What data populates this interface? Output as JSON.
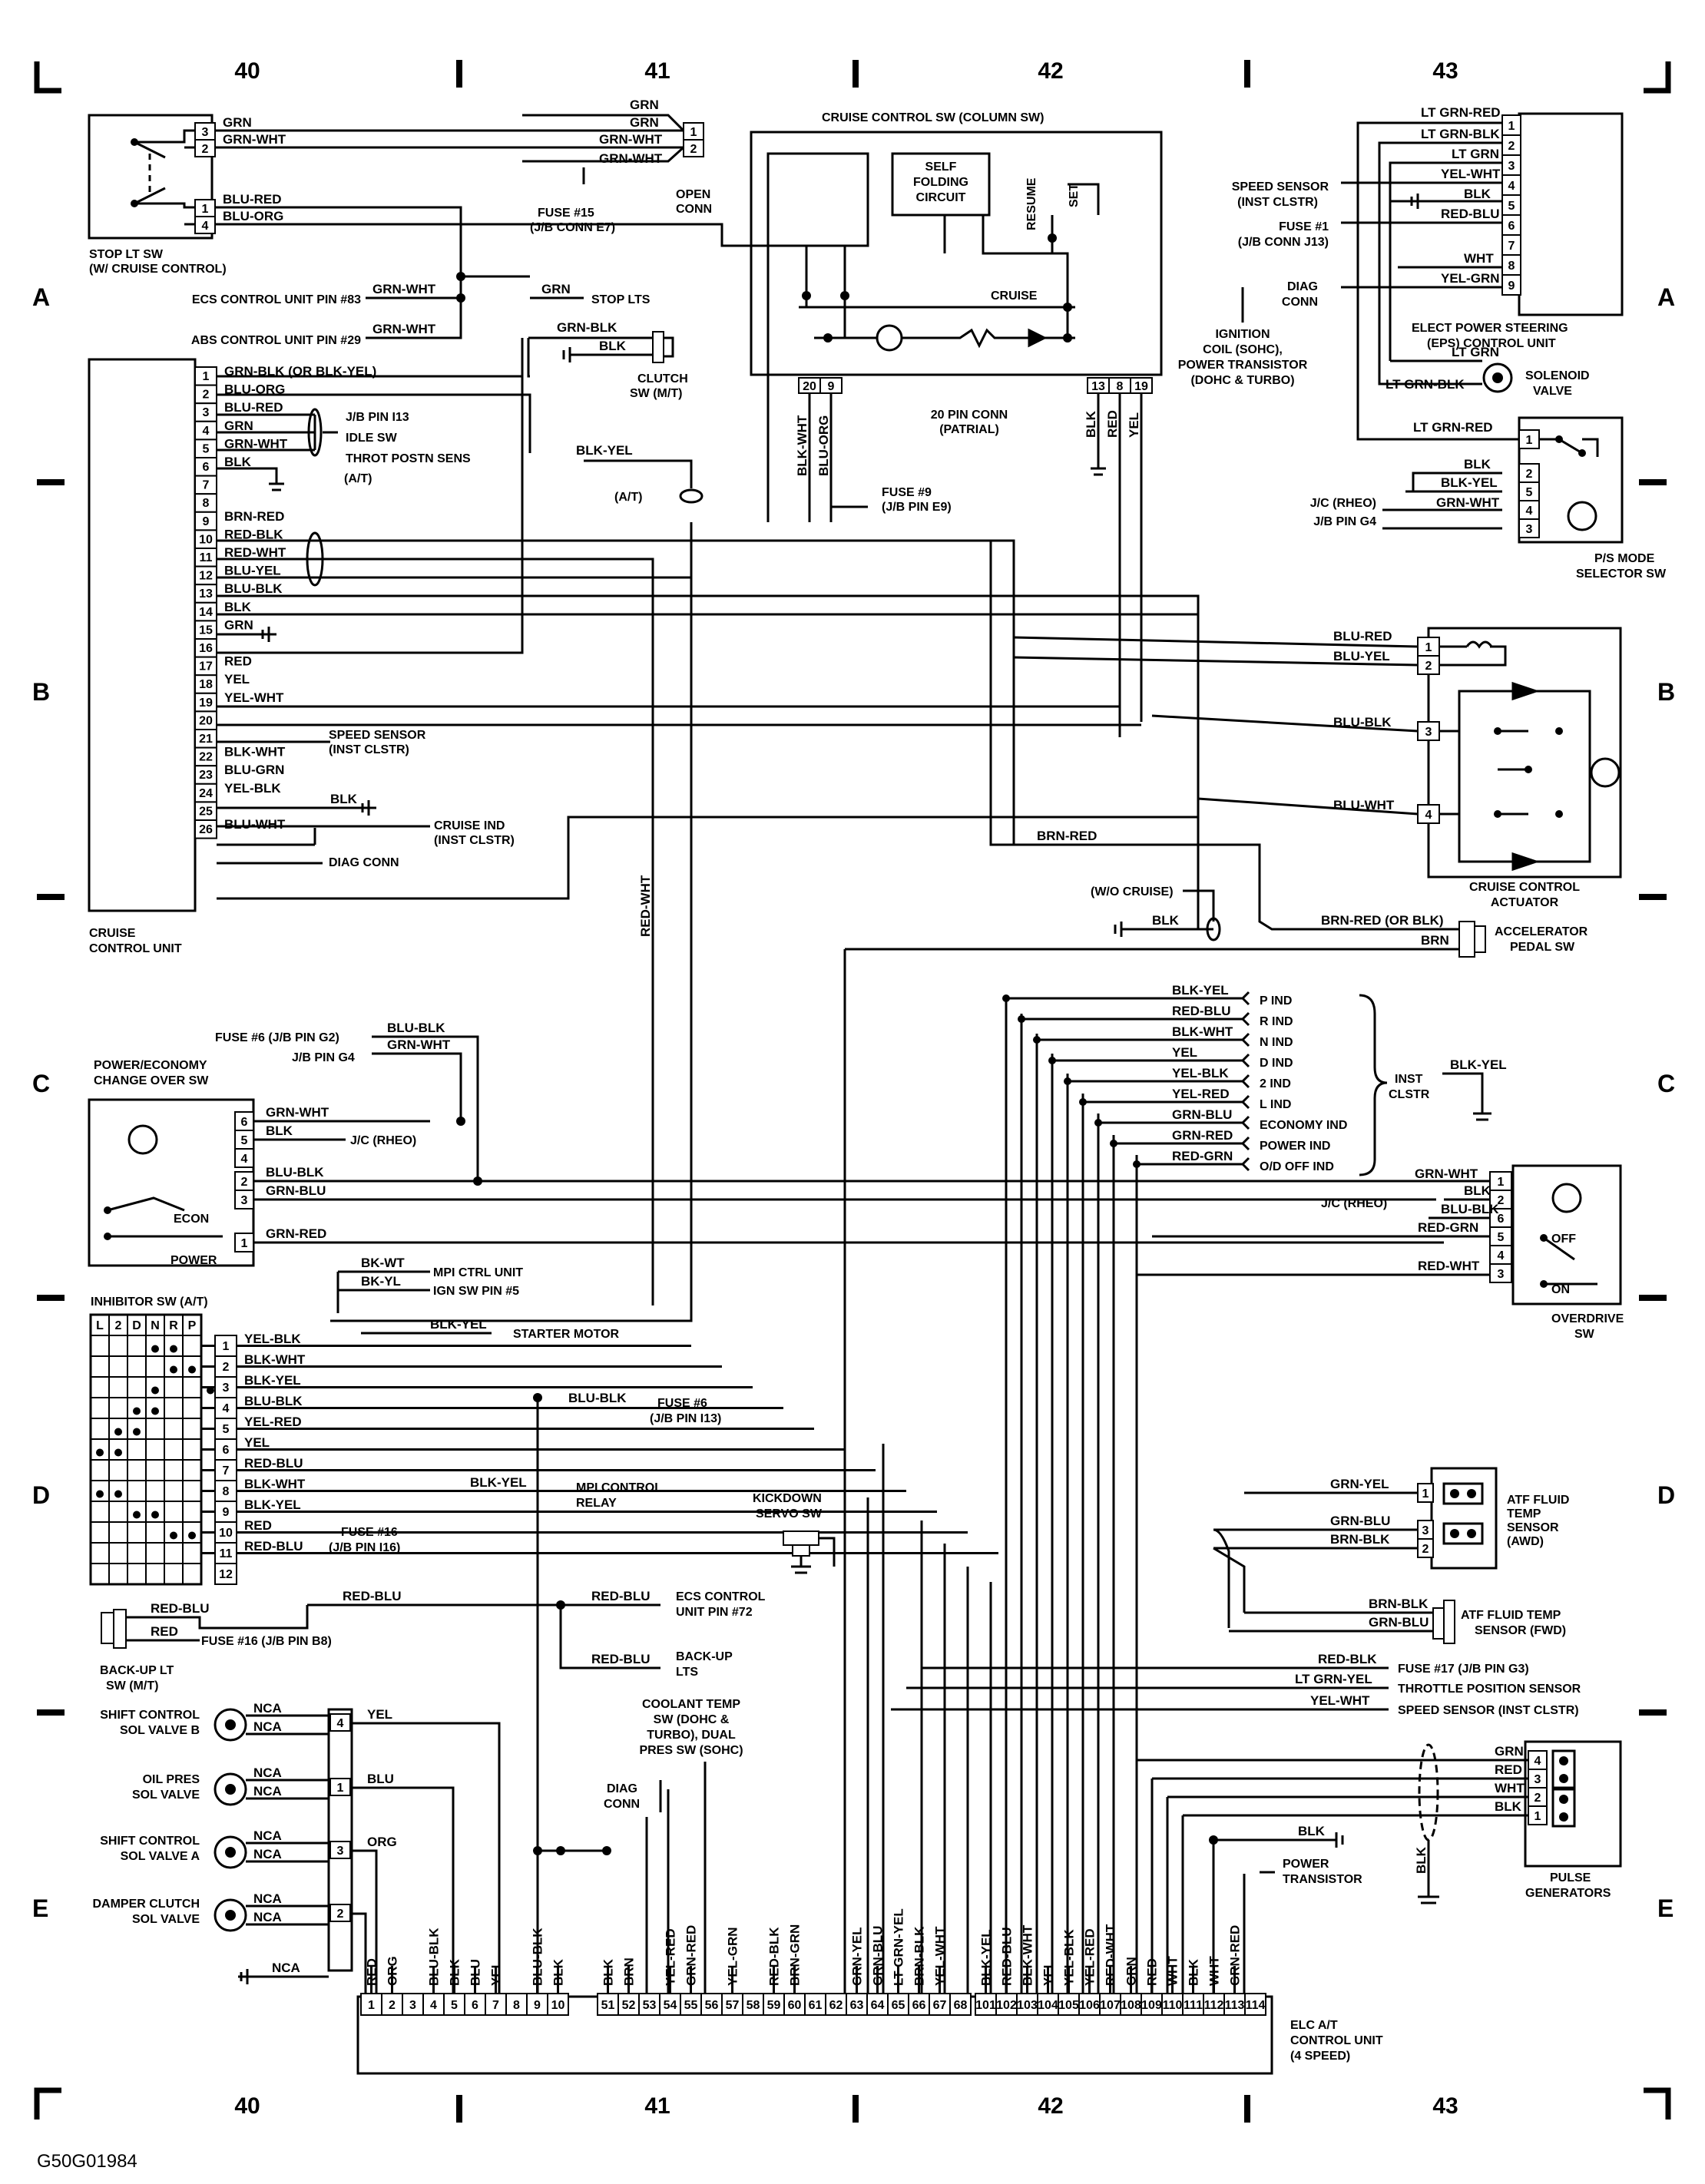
{
  "grid": {
    "columns": [
      "40",
      "41",
      "42",
      "43"
    ],
    "rows": [
      "A",
      "B",
      "C",
      "D",
      "E"
    ]
  },
  "figure_ref": "G50G01984",
  "components": {
    "stop_lt_sw": "STOP LT SW",
    "stop_lt_sw_note": "(W/ CRUISE CONTROL)",
    "cruise_control_unit": "CRUISE",
    "cruise_control_unit_2": "CONTROL UNIT",
    "cruise_control_sw": "CRUISE CONTROL SW (COLUMN SW)",
    "self_folding_1": "SELF",
    "self_folding_2": "FOLDING",
    "self_folding_3": "CIRCUIT",
    "resume": "RESUME",
    "set": "SET",
    "cruise": "CRUISE",
    "conn_20pin_1": "20 PIN CONN",
    "conn_20pin_2": "(PATRIAL)",
    "open_conn_1": "OPEN",
    "open_conn_2": "CONN",
    "eps_unit_1": "ELECT POWER STEERING",
    "eps_unit_2": "(EPS) CONTROL UNIT",
    "solenoid_1": "SOLENOID",
    "solenoid_2": "VALVE",
    "ps_mode_1": "P/S MODE",
    "ps_mode_2": "SELECTOR SW",
    "actuator_1": "CRUISE CONTROL",
    "actuator_2": "ACTUATOR",
    "accel_1": "ACCELERATOR",
    "accel_2": "PEDAL SW",
    "power_econ_1": "POWER/ECONOMY",
    "power_econ_2": "CHANGE OVER SW",
    "econ": "ECON",
    "power": "POWER",
    "inhibitor": "INHIBITOR SW (A/T)",
    "inst_clstr_1": "INST",
    "inst_clstr_2": "CLSTR",
    "overdrive_1": "OVERDRIVE",
    "overdrive_2": "SW",
    "off": "OFF",
    "on": "ON",
    "atf_awd_1": "ATF FLUID",
    "atf_awd_2": "TEMP",
    "atf_awd_3": "SENSOR",
    "atf_awd_4": "(AWD)",
    "atf_fwd_1": "ATF FLUID TEMP",
    "atf_fwd_2": "SENSOR (FWD)",
    "kickdown_1": "KICKDOWN",
    "kickdown_2": "SERVO SW",
    "backup_sw_1": "BACK-UP LT",
    "backup_sw_2": "SW (M/T)",
    "coolant_1": "COOLANT TEMP",
    "coolant_2": "SW (DOHC &",
    "coolant_3": "TURBO), DUAL",
    "coolant_4": "PRES SW (SOHC)",
    "diag_conn_1": "DIAG",
    "diag_conn_2": "CONN",
    "pulse_1": "PULSE",
    "pulse_2": "GENERATORS",
    "elc_1": "ELC A/T",
    "elc_2": "CONTROL UNIT",
    "elc_3": "(4 SPEED)",
    "shift_b_1": "SHIFT CONTROL",
    "shift_b_2": "SOL VALVE B",
    "oil_1": "OIL PRES",
    "oil_2": "SOL VALVE",
    "shift_a_1": "SHIFT CONTROL",
    "shift_a_2": "SOL VALVE A",
    "damper_1": "DAMPER CLUTCH",
    "damper_2": "SOL VALVE",
    "power_transistor_1": "POWER",
    "power_transistor_2": "TRANSISTOR"
  },
  "callouts": {
    "fuse15_1": "FUSE #15",
    "fuse15_2": "(J/B CONN E7)",
    "ecs83": "ECS CONTROL UNIT PIN #83",
    "abs29": "ABS CONTROL UNIT PIN #29",
    "stop_lts": "STOP LTS",
    "clutch_1": "CLUTCH",
    "clutch_2": "SW (M/T)",
    "jb_i13": "J/B PIN I13",
    "idle_sw": "IDLE SW",
    "throt": "THROT POSTN SENS",
    "at_1": "(A/T)",
    "at_2": "(A/T)",
    "fuse9_1": "FUSE #9",
    "fuse9_2": "(J/B PIN E9)",
    "speed_sensor_1": "SPEED SENSOR",
    "speed_sensor_2": "(INST CLSTR)",
    "cruise_ind_1": "CRUISE IND",
    "cruise_ind_2": "(INST CLSTR)",
    "diag_conn": "DIAG CONN",
    "eps_speed_1": "SPEED SENSOR",
    "eps_speed_2": "(INST CLSTR)",
    "eps_fuse1_1": "FUSE #1",
    "eps_fuse1_2": "(J/B CONN J13)",
    "eps_diag_1": "DIAG",
    "eps_diag_2": "CONN",
    "ign_1": "IGNITION",
    "ign_2": "COIL (SOHC),",
    "ign_3": "POWER TRANSISTOR",
    "ign_4": "(DOHC & TURBO)",
    "jc_rheo_1": "J/C (RHEO)",
    "jb_g4_1": "J/B PIN G4",
    "wo_cruise": "(W/O CRUISE)",
    "fuse6_g2": "FUSE #6 (J/B PIN G2)",
    "jb_g4_2": "J/B PIN G4",
    "jc_rheo_2": "J/C (RHEO)",
    "p_ind": "P IND",
    "r_ind": "R IND",
    "n_ind": "N IND",
    "d_ind": "D IND",
    "2_ind": "2 IND",
    "l_ind": "L IND",
    "economy_ind": "ECONOMY IND",
    "power_ind": "POWER IND",
    "od_off_ind": "O/D OFF IND",
    "jc_rheo_3": "J/C (RHEO)",
    "mpi_ctrl": "MPI CTRL UNIT",
    "ign_sw5": "IGN SW PIN #5",
    "starter": "STARTER MOTOR",
    "fuse6_i13_1": "FUSE #6",
    "fuse6_i13_2": "(J/B PIN I13)",
    "mpi_relay_1": "MPI CONTROL",
    "mpi_relay_2": "RELAY",
    "fuse16_i16_1": "FUSE #16",
    "fuse16_i16_2": "(J/B PIN I16)",
    "ecs72_1": "ECS CONTROL",
    "ecs72_2": "UNIT PIN #72",
    "backup_lts_1": "BACK-UP",
    "backup_lts_2": "LTS",
    "fuse16_b8": "FUSE #16 (J/B PIN B8)",
    "fuse17": "FUSE #17 (J/B PIN G3)",
    "tps": "THROTTLE POSITION SENSOR",
    "speed_inst": "SPEED SENSOR (INST CLSTR)"
  },
  "wires": {
    "grn": "GRN",
    "grn_wht": "GRN-WHT",
    "blu_red": "BLU-RED",
    "blu_org": "BLU-ORG",
    "grn_blk_or": "GRN-BLK (OR BLK-YEL)",
    "blu_org_b": "BLU-ORG",
    "blk": "BLK",
    "blu_yel": "BLU-YEL",
    "blu_blk": "BLU-BLK",
    "brn_red": "BRN-RED",
    "red_blk": "RED-BLK",
    "red_wht": "RED-WHT",
    "red": "RED",
    "yel": "YEL",
    "yel_wht": "YEL-WHT",
    "blk_wht": "BLK-WHT",
    "blu_grn": "BLU-GRN",
    "yel_blk": "YEL-BLK",
    "blu_wht": "BLU-WHT",
    "grn_blk": "GRN-BLK",
    "blk_yel": "BLK-YEL",
    "lt_grn_red": "LT GRN-RED",
    "lt_grn_blk": "LT GRN-BLK",
    "lt_grn": "LT GRN",
    "red_blu": "RED-BLU",
    "wht": "WHT",
    "yel_grn": "YEL-GRN",
    "brn": "BRN",
    "brn_red_or": "BRN-RED (OR BLK)",
    "grn_red": "GRN-RED",
    "grn_blu": "GRN-BLU",
    "red_grn": "RED-GRN",
    "yel_red": "YEL-RED",
    "red_blu2": "RED-BLU",
    "bk_wt": "BK-WT",
    "bk_yl": "BK-YL",
    "grn_yel": "GRN-YEL",
    "brn_blk": "BRN-BLK",
    "lt_grn_yel": "LT GRN-YEL",
    "nca": "NCA",
    "org": "ORG",
    "blu": "BLU",
    "red_blk2": "RED-BLK"
  },
  "cruise_unit_pins": [
    "1",
    "2",
    "3",
    "4",
    "5",
    "6",
    "7",
    "8",
    "9",
    "10",
    "11",
    "12",
    "13",
    "14",
    "15",
    "16",
    "17",
    "18",
    "19",
    "20",
    "21",
    "22",
    "23",
    "24",
    "25",
    "26"
  ],
  "cruise_unit_wires": [
    "GRN-BLK (OR BLK-YEL)",
    "BLU-ORG",
    "BLU-RED",
    "GRN",
    "GRN-WHT",
    "BLK",
    "",
    "",
    "BRN-RED",
    "RED-BLK",
    "RED-WHT",
    "BLU-YEL",
    "BLU-BLK",
    "BLK",
    "GRN",
    "",
    "RED",
    "YEL",
    "YEL-WHT",
    "",
    "",
    "BLK-WHT",
    "BLU-GRN",
    "YEL-BLK",
    "",
    "BLU-WHT"
  ],
  "inhibitor": {
    "cols": [
      "L",
      "2",
      "D",
      "N",
      "R",
      "P"
    ],
    "pins": [
      "1",
      "2",
      "3",
      "4",
      "5",
      "6",
      "7",
      "8",
      "9",
      "10",
      "11",
      "12"
    ],
    "wires": [
      "YEL-BLK",
      "BLK-WHT",
      "BLK-YEL",
      "BLU-BLK",
      "YEL-RED",
      "YEL",
      "RED-BLU",
      "BLK-WHT",
      "BLK-YEL",
      "RED",
      "RED-BLU",
      ""
    ]
  },
  "inst_wires": [
    "BLK-YEL",
    "RED-BLU",
    "BLK-WHT",
    "YEL",
    "YEL-BLK",
    "YEL-RED",
    "GRN-BLU",
    "GRN-RED",
    "RED-GRN"
  ],
  "elc_pins_a": [
    "1",
    "2",
    "3",
    "4",
    "5",
    "6",
    "7",
    "8",
    "9",
    "10"
  ],
  "elc_pins_b": [
    "51",
    "52",
    "53",
    "54",
    "55",
    "56",
    "57",
    "58",
    "59",
    "60",
    "61",
    "62",
    "63",
    "64",
    "65",
    "66",
    "67",
    "68"
  ],
  "elc_pins_c": [
    "101",
    "102",
    "103",
    "104",
    "105",
    "106",
    "107",
    "108",
    "109",
    "110",
    "111",
    "112",
    "113",
    "114"
  ],
  "elc_wires_a": [
    "RED",
    "ORG",
    "",
    "BLU-BLK",
    "BLK",
    "BLU",
    "YEL",
    "",
    "BLU-BLK",
    "BLK"
  ],
  "elc_wires_b": [
    "BLK",
    "BRN",
    "",
    "YEL-RED",
    "GRN-RED",
    "",
    "YEL-GRN",
    "",
    "RED-BLK",
    "BRN-GRN",
    "",
    "",
    "GRN-YEL",
    "GRN-BLU",
    "LT GRN-YEL",
    "BRN-BLK",
    "YEL-WHT",
    ""
  ],
  "elc_wires_c": [
    "BLK-YEL",
    "RED-BLU",
    "BLK-WHT",
    "YEL",
    "YEL-BLK",
    "YEL-RED",
    "RED-WHT",
    "GRN",
    "RED",
    "WHT",
    "BLK",
    "WHT",
    "GRN-RED",
    ""
  ]
}
